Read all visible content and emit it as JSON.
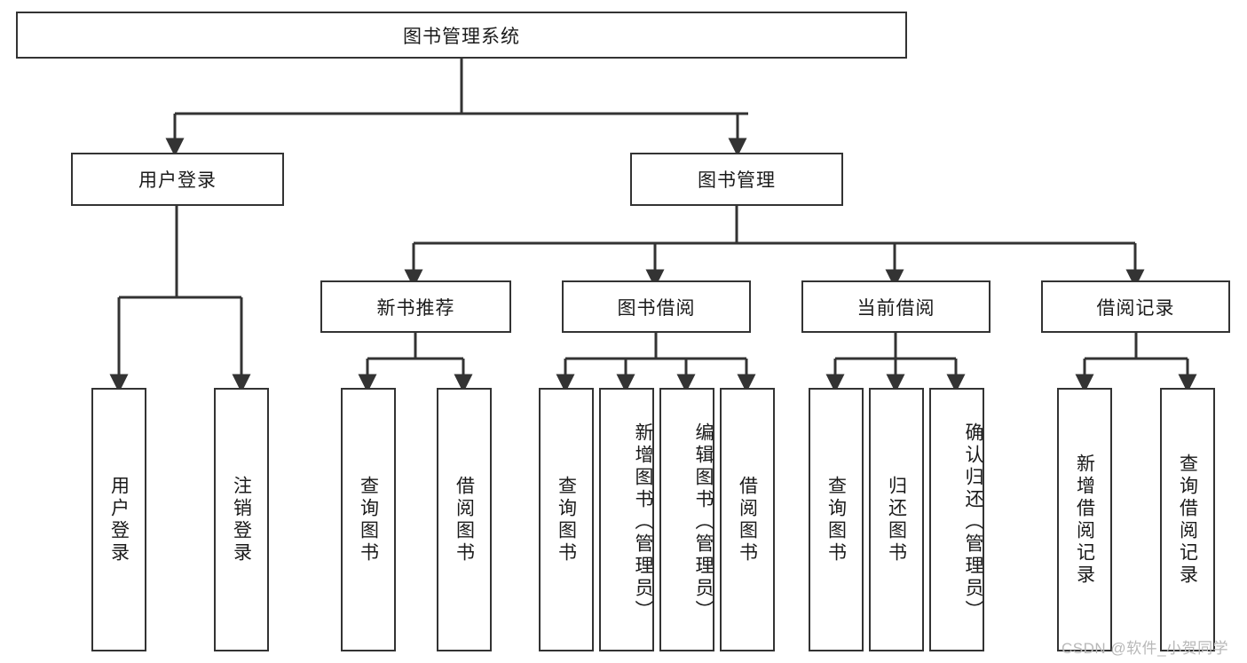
{
  "diagram": {
    "title": "图书管理系统",
    "type": "tree",
    "watermark": "CSDN @软件_小贺同学",
    "colors": {
      "border": "#333333",
      "box_fill": "#ffffff",
      "text": "#1a1a1a",
      "background": "#ffffff",
      "watermark": "#b8b8b8"
    },
    "nodes": {
      "root": {
        "label": "图书管理系统"
      },
      "level2": [
        {
          "id": "user-login",
          "label": "用户登录"
        },
        {
          "id": "book-manage",
          "label": "图书管理"
        }
      ],
      "level3": [
        {
          "id": "new-book-recommend",
          "label": "新书推荐"
        },
        {
          "id": "book-borrow",
          "label": "图书借阅"
        },
        {
          "id": "current-borrow",
          "label": "当前借阅"
        },
        {
          "id": "borrow-record",
          "label": "借阅记录"
        }
      ],
      "leaves": [
        {
          "id": "leaf-user-login",
          "label": "用户登录",
          "parent": "user-login"
        },
        {
          "id": "leaf-user-logout",
          "label": "注销登录",
          "parent": "user-login"
        },
        {
          "id": "leaf-query-book-1",
          "label": "查询图书",
          "parent": "new-book-recommend"
        },
        {
          "id": "leaf-borrow-book-1",
          "label": "借阅图书",
          "parent": "new-book-recommend"
        },
        {
          "id": "leaf-query-book-2",
          "label": "查询图书",
          "parent": "book-borrow"
        },
        {
          "id": "leaf-add-book",
          "label": "新增图书（管理员）",
          "parent": "book-borrow"
        },
        {
          "id": "leaf-edit-book",
          "label": "编辑图书（管理员）",
          "parent": "book-borrow"
        },
        {
          "id": "leaf-borrow-book-2",
          "label": "借阅图书",
          "parent": "book-borrow"
        },
        {
          "id": "leaf-query-book-3",
          "label": "查询图书",
          "parent": "current-borrow"
        },
        {
          "id": "leaf-return-book",
          "label": "归还图书",
          "parent": "current-borrow"
        },
        {
          "id": "leaf-confirm-return",
          "label": "确认归还（管理员）",
          "parent": "current-borrow"
        },
        {
          "id": "leaf-add-record",
          "label": "新增借阅记录",
          "parent": "borrow-record"
        },
        {
          "id": "leaf-query-record",
          "label": "查询借阅记录",
          "parent": "borrow-record"
        }
      ]
    }
  }
}
